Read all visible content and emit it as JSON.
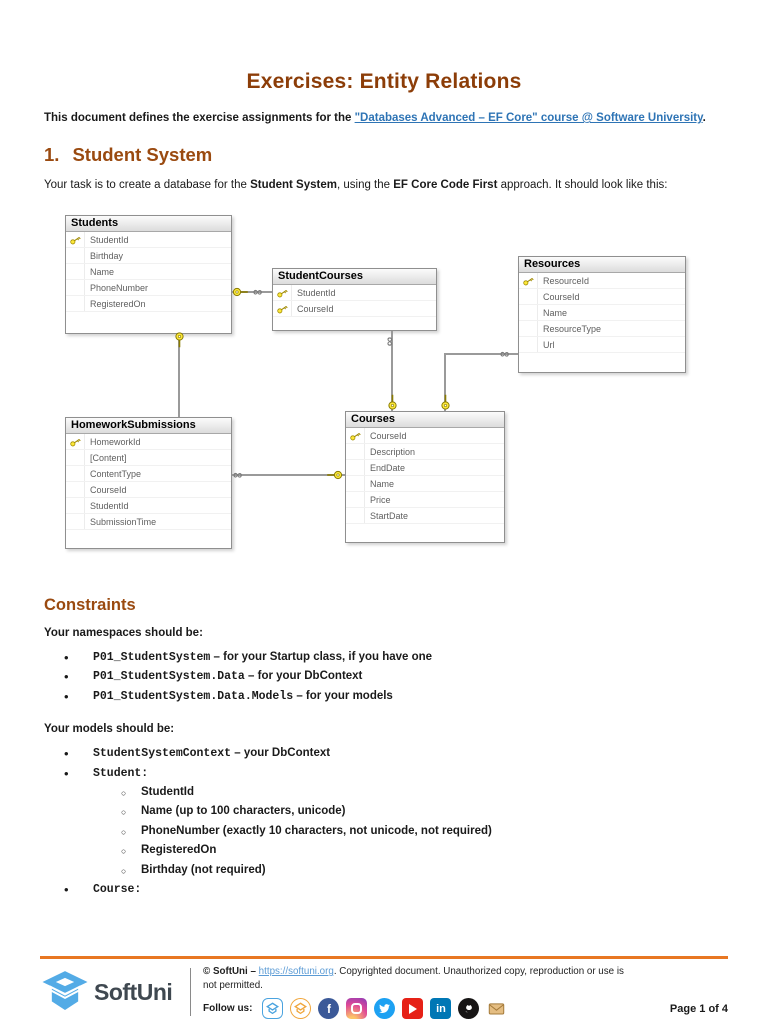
{
  "doc": {
    "title": "Exercises: Entity Relations",
    "intro": {
      "before": "This document defines the exercise assignments for the ",
      "link": "\"Databases Advanced – EF Core\" course @ Software University",
      "after": "."
    },
    "section": {
      "number": "1.",
      "title": "Student System"
    },
    "task": {
      "t1": "Your task is to create a database for the ",
      "b1": "Student System",
      "t2": ", using the ",
      "b2": "EF Core Code First",
      "t3": " approach. It should look like this:"
    },
    "constraints": {
      "heading": "Constraints",
      "namespaces_intro": "Your namespaces should be:",
      "namespace_items": [
        {
          "code": "P01_StudentSystem",
          "rest": " – for your Startup class, if you have one"
        },
        {
          "code": "P01_StudentSystem.Data",
          "rest": " – for your DbContext"
        },
        {
          "code": "P01_StudentSystem.Data.Models",
          "rest": " – for your models"
        }
      ],
      "models_intro": "Your models should be:",
      "model_items": [
        {
          "code": "StudentSystemContext",
          "rest": " – your DbContext"
        },
        {
          "code": "Student:",
          "rest": "",
          "sub": [
            "StudentId",
            "Name (up to 100 characters, unicode)",
            "PhoneNumber (exactly 10 characters, not unicode, not required)",
            "RegisteredOn",
            "Birthday (not required)"
          ]
        },
        {
          "code": "Course:",
          "rest": ""
        }
      ]
    }
  },
  "diagram": {
    "entities": [
      {
        "name": "Students",
        "fields": [
          {
            "name": "StudentId",
            "key": true
          },
          {
            "name": "Birthday",
            "key": false
          },
          {
            "name": "Name",
            "key": false
          },
          {
            "name": "PhoneNumber",
            "key": false
          },
          {
            "name": "RegisteredOn",
            "key": false
          }
        ]
      },
      {
        "name": "StudentCourses",
        "fields": [
          {
            "name": "StudentId",
            "key": true
          },
          {
            "name": "CourseId",
            "key": true
          }
        ]
      },
      {
        "name": "Resources",
        "fields": [
          {
            "name": "ResourceId",
            "key": true
          },
          {
            "name": "CourseId",
            "key": false
          },
          {
            "name": "Name",
            "key": false
          },
          {
            "name": "ResourceType",
            "key": false
          },
          {
            "name": "Url",
            "key": false
          }
        ]
      },
      {
        "name": "HomeworkSubmissions",
        "fields": [
          {
            "name": "HomeworkId",
            "key": true
          },
          {
            "name": "[Content]",
            "key": false
          },
          {
            "name": "ContentType",
            "key": false
          },
          {
            "name": "CourseId",
            "key": false
          },
          {
            "name": "StudentId",
            "key": false
          },
          {
            "name": "SubmissionTime",
            "key": false
          }
        ]
      },
      {
        "name": "Courses",
        "fields": [
          {
            "name": "CourseId",
            "key": true
          },
          {
            "name": "Description",
            "key": false
          },
          {
            "name": "EndDate",
            "key": false
          },
          {
            "name": "Name",
            "key": false
          },
          {
            "name": "Price",
            "key": false
          },
          {
            "name": "StartDate",
            "key": false
          }
        ]
      }
    ],
    "relations": [
      {
        "one": "Students",
        "many": "StudentCourses"
      },
      {
        "one": "Students",
        "many": "HomeworkSubmissions"
      },
      {
        "one": "Courses",
        "many": "StudentCourses"
      },
      {
        "one": "Courses",
        "many": "Resources"
      },
      {
        "one": "Courses",
        "many": "HomeworkSubmissions"
      }
    ]
  },
  "footer": {
    "brand": "SoftUni",
    "copyright_prefix": "© SoftUni – ",
    "copyright_link": "https://softuni.org",
    "copyright_suffix": ". Copyrighted document. Unauthorized copy, reproduction or use is not permitted.",
    "follow_label": "Follow us:",
    "page_label": "Page 1 of 4",
    "social": [
      "softuni",
      "softuni-foundation",
      "facebook",
      "instagram",
      "twitter",
      "youtube",
      "linkedin",
      "github",
      "email"
    ]
  },
  "colors": {
    "title_brown": "#8C3D08",
    "heading_brown": "#9A4A10",
    "link_blue": "#2E74B5",
    "footer_link_blue": "#5B9BD5",
    "footer_rule_orange": "#E87722",
    "key_yellow": "#FCE83A"
  }
}
